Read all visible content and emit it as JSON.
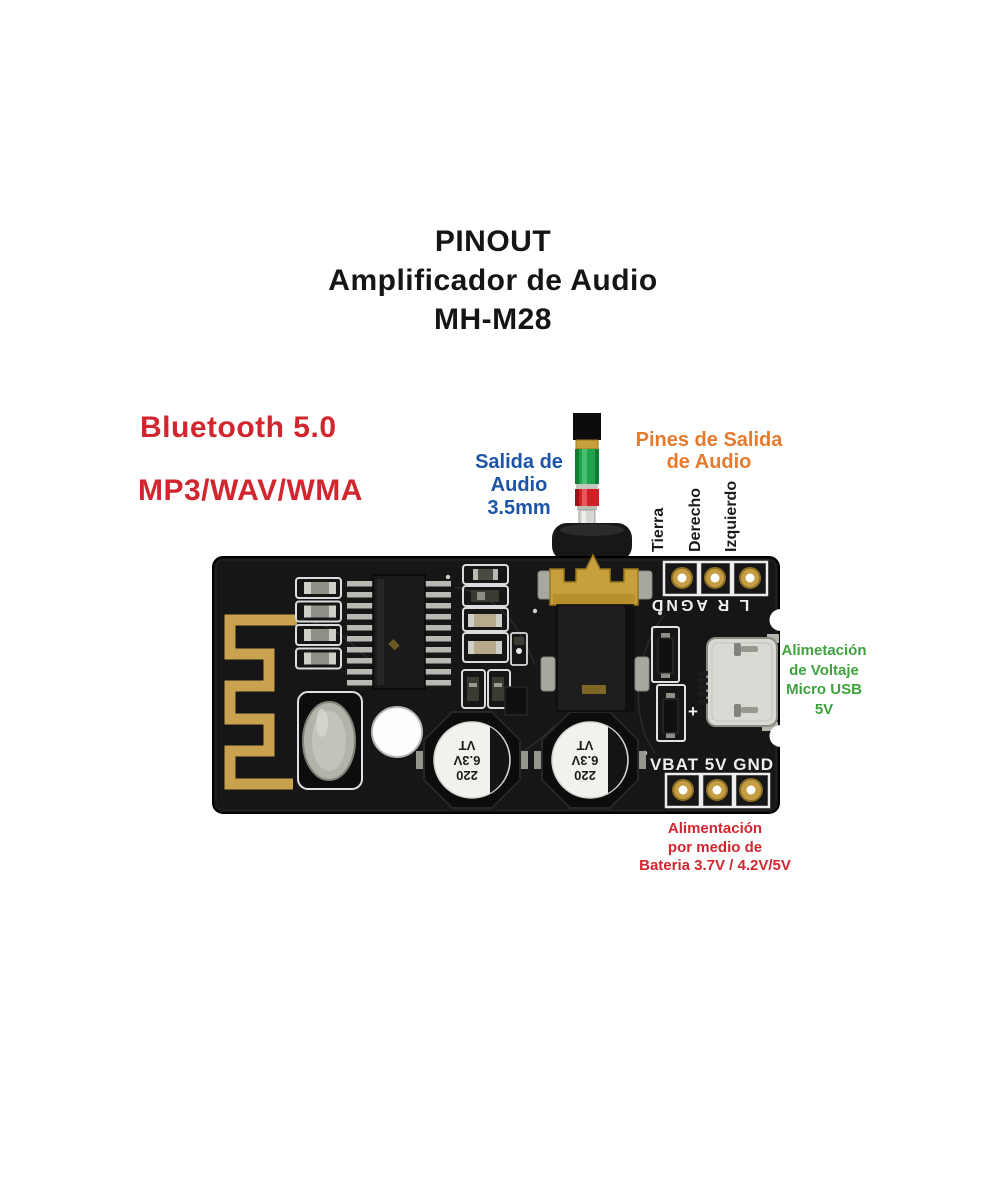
{
  "title": {
    "line1": "PINOUT",
    "line2": "Amplificador de Audio",
    "line3": "MH-M28"
  },
  "features": {
    "bluetooth": "Bluetooth 5.0",
    "formats": "MP3/WAV/WMA"
  },
  "callouts": {
    "audio_jack": {
      "line1": "Salida de",
      "line2": "Audio",
      "line3": "3.5mm",
      "color": "#1c55a8"
    },
    "audio_pins": {
      "line1": "Pines de Salida",
      "line2": "de Audio",
      "color": "#e67a2e"
    },
    "usb_power": {
      "line1": "Alimetación",
      "line2": "de Voltaje",
      "line3": "Micro USB",
      "line4": "5V",
      "color": "#3ea23e"
    },
    "battery_power": {
      "line1": "Alimentación",
      "line2": "por medio de",
      "line3": "Bateria 3.7V / 4.2V/5V",
      "color": "#d2262f"
    }
  },
  "pin_labels": {
    "ground": "Tierra",
    "right": "Derecho",
    "left": "Izquierdo"
  },
  "pcb": {
    "silkscreen_audio": "L R AGND",
    "silkscreen_power": "VBAT 5V GND",
    "plus_mark": "+",
    "capacitor": {
      "line1": "220",
      "line2": "6.3V",
      "line3": "VT"
    }
  },
  "colors": {
    "red": "#d2262f",
    "blue": "#1c55a8",
    "orange": "#e67a2e",
    "green": "#3ea23e",
    "board_black": "#161616",
    "gold": "#c9a250"
  }
}
